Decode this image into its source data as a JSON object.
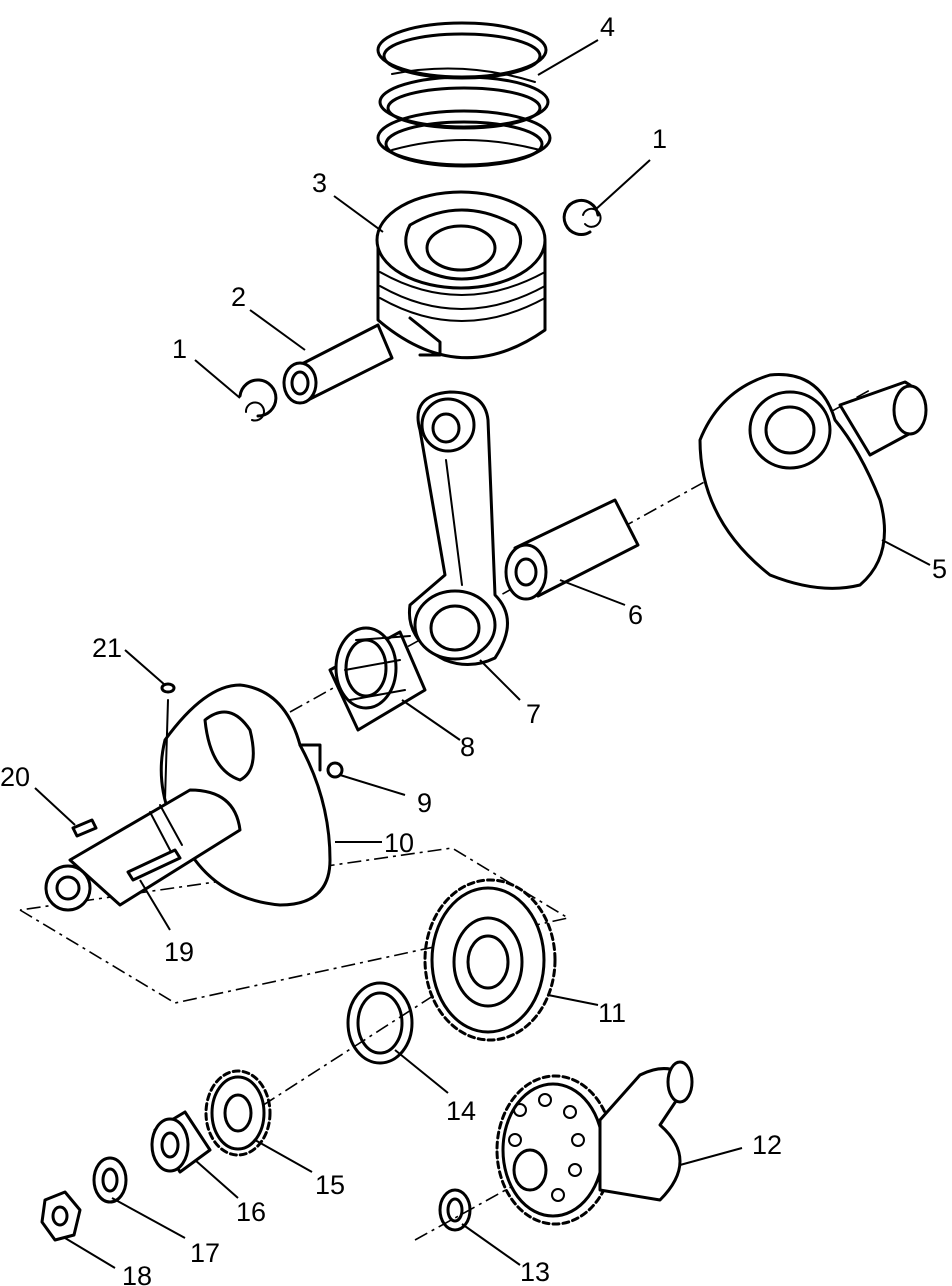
{
  "callouts": [
    {
      "id": "c1a",
      "text": "1"
    },
    {
      "id": "c1b",
      "text": "1"
    },
    {
      "id": "c2",
      "text": "2"
    },
    {
      "id": "c3",
      "text": "3"
    },
    {
      "id": "c4",
      "text": "4"
    },
    {
      "id": "c5",
      "text": "5"
    },
    {
      "id": "c6",
      "text": "6"
    },
    {
      "id": "c7",
      "text": "7"
    },
    {
      "id": "c8",
      "text": "8"
    },
    {
      "id": "c9",
      "text": "9"
    },
    {
      "id": "c10",
      "text": "10"
    },
    {
      "id": "c11",
      "text": "11"
    },
    {
      "id": "c12",
      "text": "12"
    },
    {
      "id": "c13",
      "text": "13"
    },
    {
      "id": "c14",
      "text": "14"
    },
    {
      "id": "c15",
      "text": "15"
    },
    {
      "id": "c16",
      "text": "16"
    },
    {
      "id": "c17",
      "text": "17"
    },
    {
      "id": "c18",
      "text": "18"
    },
    {
      "id": "c19",
      "text": "19"
    },
    {
      "id": "c20",
      "text": "20"
    },
    {
      "id": "c21",
      "text": "21"
    }
  ]
}
